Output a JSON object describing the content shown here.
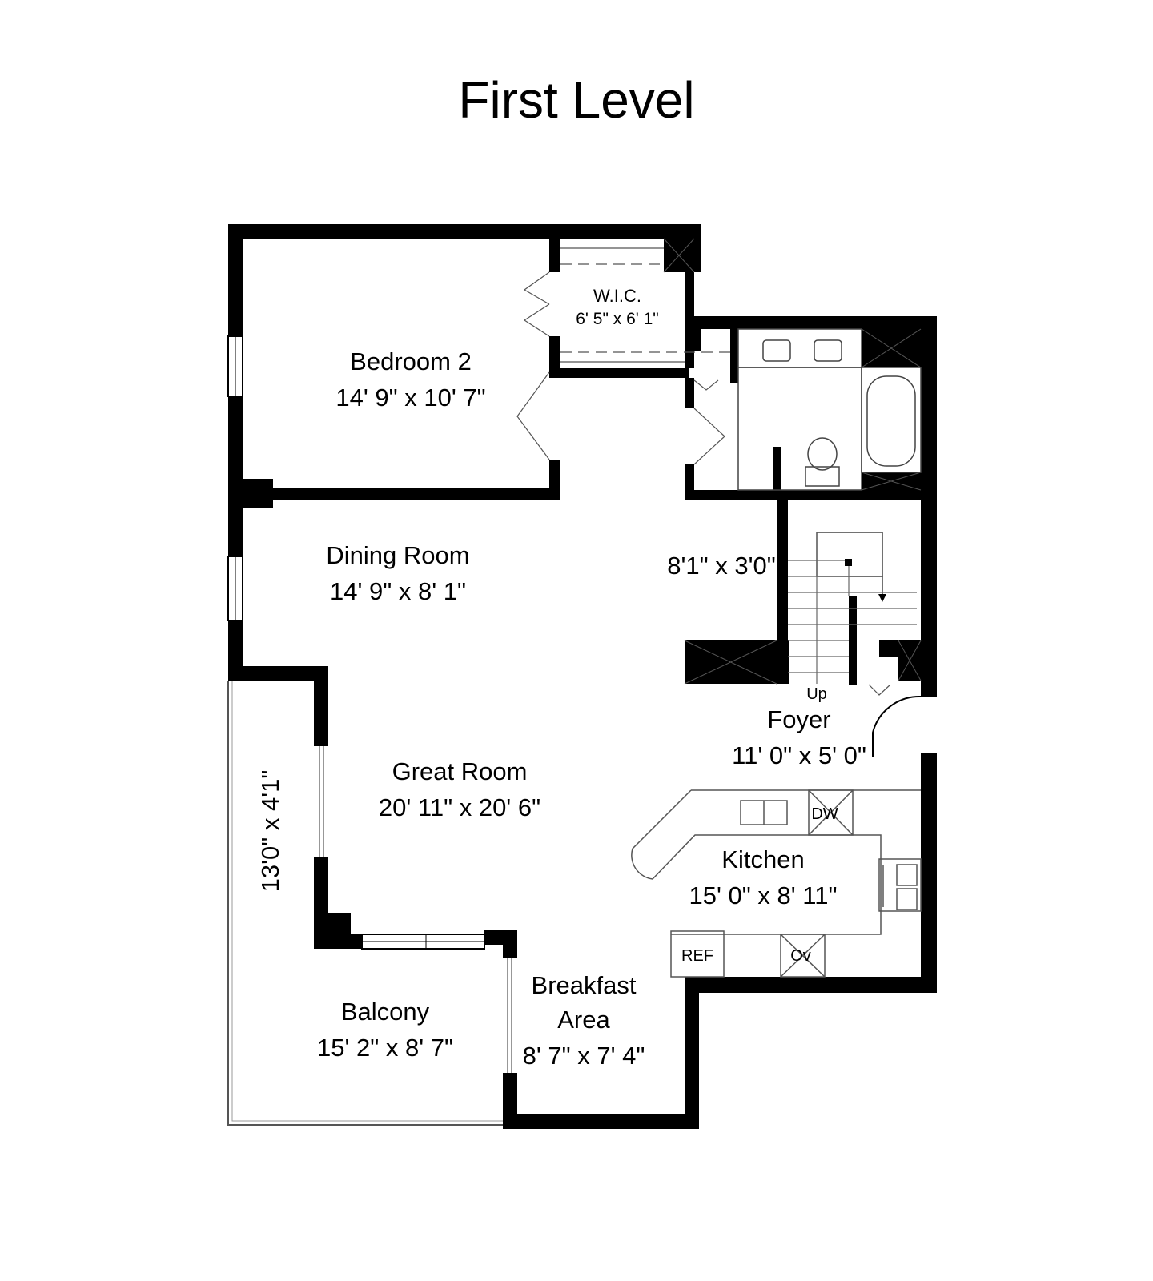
{
  "title": "First Level",
  "rooms": {
    "bedroom2": {
      "name": "Bedroom 2",
      "dim": "14' 9\" x 10' 7\""
    },
    "wic": {
      "name": "W.I.C.",
      "dim": "6' 5\" x 6' 1\""
    },
    "dining": {
      "name": "Dining Room",
      "dim": "14' 9\" x 8' 1\""
    },
    "closet": {
      "dim": "8'1\" x 3'0\""
    },
    "great": {
      "name": "Great Room",
      "dim": "20' 11\" x 20' 6\""
    },
    "foyer": {
      "name": "Foyer",
      "dim": "11' 0\" x 5' 0\""
    },
    "kitchen": {
      "name": "Kitchen",
      "dim": "15' 0\" x 8' 11\""
    },
    "breakfast": {
      "name1": "Breakfast",
      "name2": "Area",
      "dim": "8' 7\" x 7' 4\""
    },
    "balcony": {
      "name": "Balcony",
      "dim": "15' 2\" x 8' 7\""
    },
    "walkway": {
      "dim": "13'0\" x 4'1\""
    }
  },
  "fixtures": {
    "up": "Up",
    "dw": "DW",
    "ref": "REF",
    "ov": "Ov"
  }
}
